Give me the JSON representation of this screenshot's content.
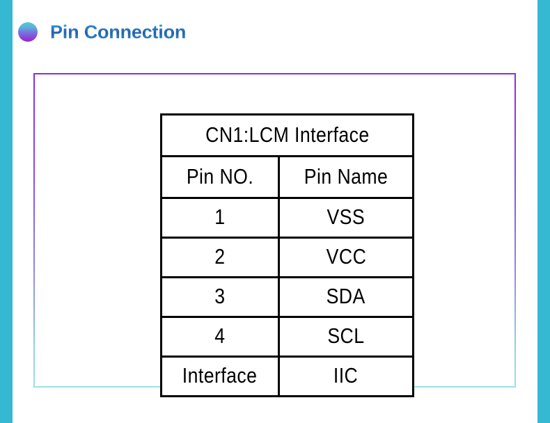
{
  "theme": {
    "accent_bar_color": "#35b9d2",
    "panel_border_top_color": "#8a2be2",
    "panel_border_bottom_color": "#9ce0e4",
    "title_color": "#2360ad",
    "bullet_top_color": "#4fc8d2",
    "bullet_bottom_color": "#9b22c9"
  },
  "header": {
    "bullet_icon": "bullet-dot-icon",
    "title": "Pin Connection"
  },
  "panel": {
    "table": {
      "caption": "CN1:LCM  Interface",
      "columns": [
        "Pin  NO.",
        "Pin  Name"
      ],
      "rows": [
        {
          "pin_no": "1",
          "pin_name": "VSS"
        },
        {
          "pin_no": "2",
          "pin_name": "VCC"
        },
        {
          "pin_no": "3",
          "pin_name": "SDA"
        },
        {
          "pin_no": "4",
          "pin_name": "SCL"
        },
        {
          "pin_no": "Interface",
          "pin_name": "IIC"
        }
      ]
    }
  }
}
